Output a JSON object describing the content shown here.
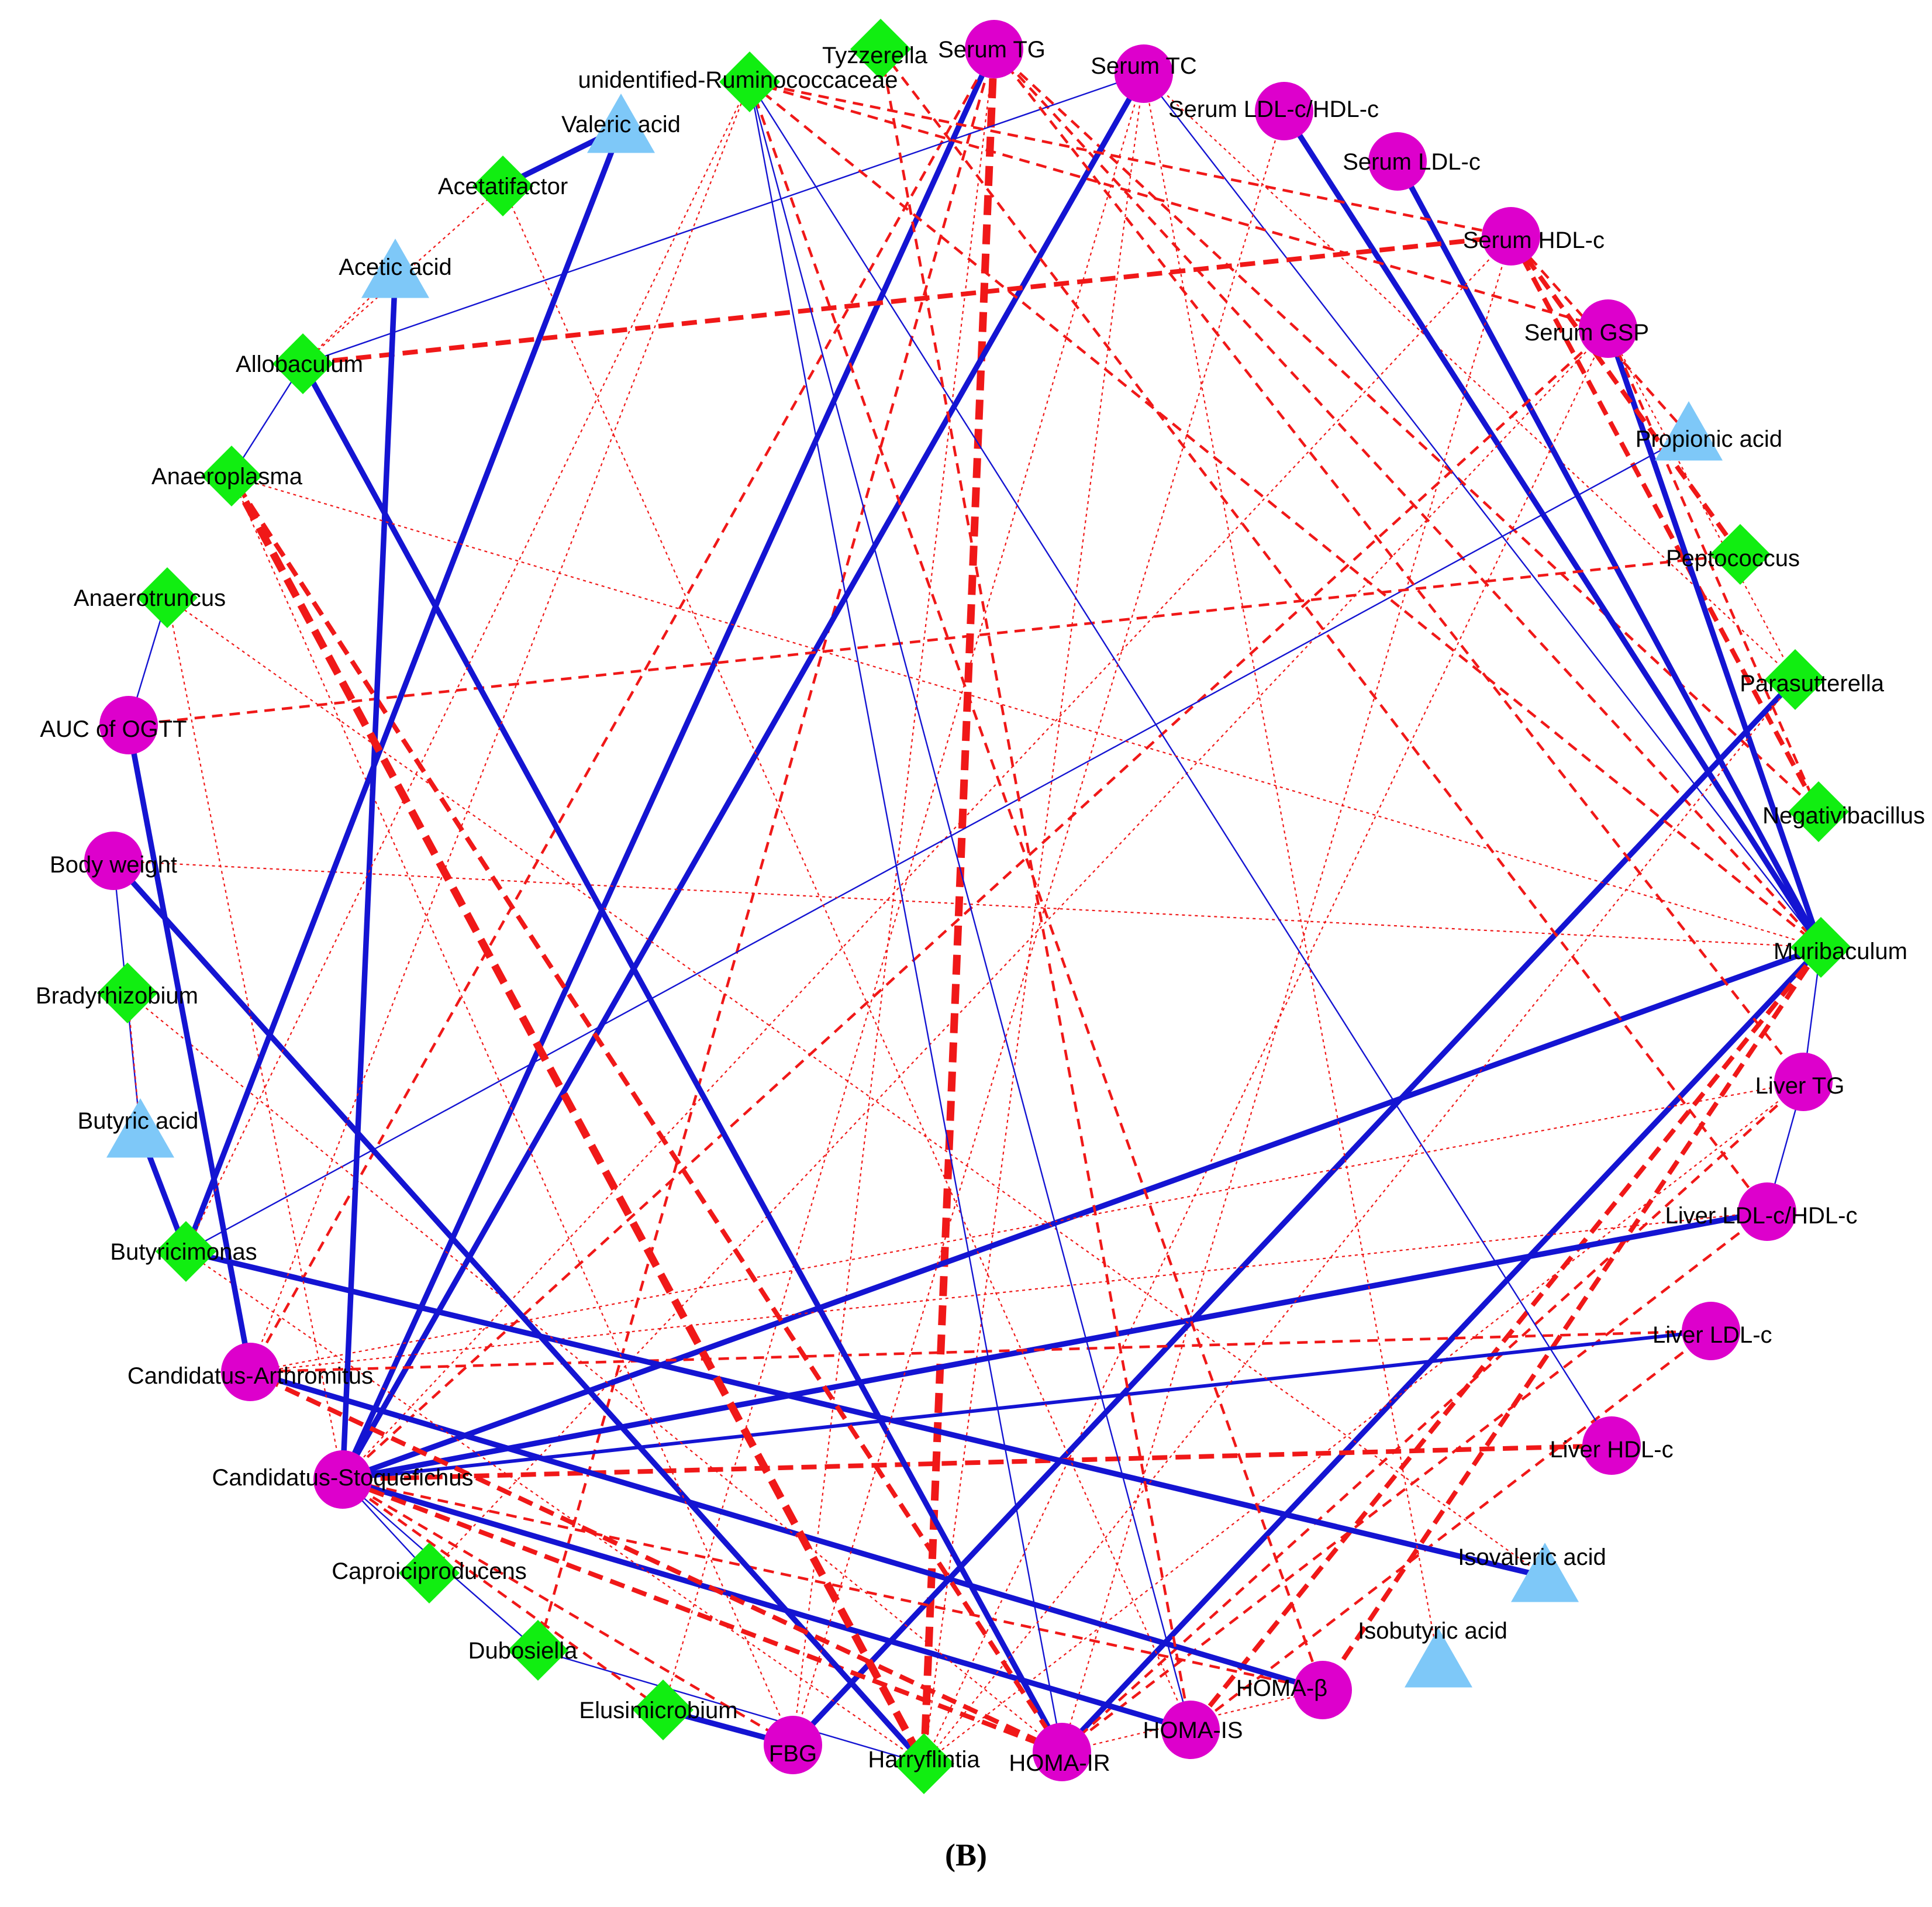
{
  "caption": "(B)",
  "colors": {
    "positive": "#1414d2",
    "negative": "#f01818",
    "metabolic_marker": "#dd00cc",
    "microbe_genus": "#11ee11",
    "short_chain_fatty_acid": "#7ec8f8"
  },
  "node_shapes": {
    "metabolic_marker": "circle",
    "microbe_genus": "diamond",
    "short_chain_fatty_acid": "triangle"
  },
  "nodes": [
    {
      "id": "serum_tg",
      "label": "Serum TG",
      "group": "metabolic_marker"
    },
    {
      "id": "serum_tc",
      "label": "Serum TC",
      "group": "metabolic_marker"
    },
    {
      "id": "serum_ldl_hdl",
      "label": "Serum LDL-c/HDL-c",
      "group": "metabolic_marker"
    },
    {
      "id": "serum_ldl",
      "label": "Serum LDL-c",
      "group": "metabolic_marker"
    },
    {
      "id": "serum_hdl",
      "label": "Serum HDL-c",
      "group": "metabolic_marker"
    },
    {
      "id": "serum_gsp",
      "label": "Serum GSP",
      "group": "metabolic_marker"
    },
    {
      "id": "propionic",
      "label": "Propionic acid",
      "group": "short_chain_fatty_acid"
    },
    {
      "id": "peptococcus",
      "label": "Peptococcus",
      "group": "microbe_genus"
    },
    {
      "id": "parasutterella",
      "label": "Parasutterella",
      "group": "microbe_genus"
    },
    {
      "id": "negativibacillus",
      "label": "Negativibacillus",
      "group": "microbe_genus"
    },
    {
      "id": "muribaculum",
      "label": "Muribaculum",
      "group": "microbe_genus"
    },
    {
      "id": "liver_tg",
      "label": "Liver TG",
      "group": "metabolic_marker"
    },
    {
      "id": "liver_ldl_hdl",
      "label": "Liver LDL-c/HDL-c",
      "group": "metabolic_marker"
    },
    {
      "id": "liver_ldl",
      "label": "Liver LDL-c",
      "group": "metabolic_marker"
    },
    {
      "id": "liver_hdl",
      "label": "Liver HDL-c",
      "group": "metabolic_marker"
    },
    {
      "id": "isovaleric",
      "label": "Isovaleric acid",
      "group": "short_chain_fatty_acid"
    },
    {
      "id": "isobutyric",
      "label": "Isobutyric acid",
      "group": "short_chain_fatty_acid"
    },
    {
      "id": "homa_b",
      "label": "HOMA-β",
      "group": "metabolic_marker"
    },
    {
      "id": "homa_is",
      "label": "HOMA-IS",
      "group": "metabolic_marker"
    },
    {
      "id": "homa_ir",
      "label": "HOMA-IR",
      "group": "metabolic_marker"
    },
    {
      "id": "harryflintia",
      "label": "Harryflintia",
      "group": "microbe_genus"
    },
    {
      "id": "fbg",
      "label": "FBG",
      "group": "metabolic_marker"
    },
    {
      "id": "elusimicrobium",
      "label": "Elusimicrobium",
      "group": "microbe_genus"
    },
    {
      "id": "dubosiella",
      "label": "Dubosiella",
      "group": "microbe_genus"
    },
    {
      "id": "caproiciproducens",
      "label": "Caproiciproducens",
      "group": "microbe_genus"
    },
    {
      "id": "stoquefichus",
      "label": "Candidatus-Stoquefichus",
      "group": "metabolic_marker"
    },
    {
      "id": "arthromitus",
      "label": "Candidatus-Arthromitus",
      "group": "metabolic_marker"
    },
    {
      "id": "butyricimonas",
      "label": "Butyricimonas",
      "group": "microbe_genus"
    },
    {
      "id": "butyric",
      "label": "Butyric acid",
      "group": "short_chain_fatty_acid"
    },
    {
      "id": "bradyrhizobium",
      "label": "Bradyrhizobium",
      "group": "microbe_genus"
    },
    {
      "id": "body_weight",
      "label": "Body weight",
      "group": "metabolic_marker"
    },
    {
      "id": "auc_ogtt",
      "label": "AUC of OGTT",
      "group": "metabolic_marker"
    },
    {
      "id": "anaerotruncus",
      "label": "Anaerotruncus",
      "group": "microbe_genus"
    },
    {
      "id": "anaeroplasma",
      "label": "Anaeroplasma",
      "group": "microbe_genus"
    },
    {
      "id": "allobaculum",
      "label": "Allobaculum",
      "group": "microbe_genus"
    },
    {
      "id": "acetic",
      "label": "Acetic acid",
      "group": "short_chain_fatty_acid"
    },
    {
      "id": "acetatifactor",
      "label": "Acetatifactor",
      "group": "microbe_genus"
    },
    {
      "id": "valeric",
      "label": "Valeric acid",
      "group": "short_chain_fatty_acid"
    },
    {
      "id": "ruminococcaceae",
      "label": "unidentified-Ruminococcaceae",
      "group": "microbe_genus"
    },
    {
      "id": "tyzzerella",
      "label": "Tyzzerella",
      "group": "microbe_genus"
    }
  ],
  "edges": [
    {
      "source": "serum_tg",
      "target": "harryflintia",
      "sign": "negative",
      "weight": 4
    },
    {
      "source": "serum_tg",
      "target": "stoquefichus",
      "sign": "positive",
      "weight": 3
    },
    {
      "source": "serum_tg",
      "target": "arthromitus",
      "sign": "negative",
      "weight": 2
    },
    {
      "source": "serum_tg",
      "target": "dubosiella",
      "sign": "negative",
      "weight": 2
    },
    {
      "source": "serum_tg",
      "target": "negativibacillus",
      "sign": "negative",
      "weight": 2
    },
    {
      "source": "serum_tg",
      "target": "muribaculum",
      "sign": "negative",
      "weight": 2
    },
    {
      "source": "serum_tg",
      "target": "fbg",
      "sign": "negative",
      "weight": 1
    },
    {
      "source": "serum_tc",
      "target": "stoquefichus",
      "sign": "positive",
      "weight": 3
    },
    {
      "source": "serum_tc",
      "target": "allobaculum",
      "sign": "positive",
      "weight": 1
    },
    {
      "source": "serum_tc",
      "target": "muribaculum",
      "sign": "positive",
      "weight": 1
    },
    {
      "source": "serum_tc",
      "target": "elusimicrobium",
      "sign": "negative",
      "weight": 1
    },
    {
      "source": "serum_tc",
      "target": "harryflintia",
      "sign": "negative",
      "weight": 1
    },
    {
      "source": "serum_tc",
      "target": "parasutterella",
      "sign": "negative",
      "weight": 1
    },
    {
      "source": "serum_ldl_hdl",
      "target": "muribaculum",
      "sign": "positive",
      "weight": 3
    },
    {
      "source": "serum_ldl",
      "target": "muribaculum",
      "sign": "positive",
      "weight": 3
    },
    {
      "source": "serum_hdl",
      "target": "allobaculum",
      "sign": "negative",
      "weight": 3
    },
    {
      "source": "serum_hdl",
      "target": "negativibacillus",
      "sign": "negative",
      "weight": 3
    },
    {
      "source": "serum_hdl",
      "target": "stoquefichus",
      "sign": "negative",
      "weight": 1
    },
    {
      "source": "serum_hdl",
      "target": "homa_ir",
      "sign": "negative",
      "weight": 1
    },
    {
      "source": "serum_gsp",
      "target": "muribaculum",
      "sign": "positive",
      "weight": 3
    },
    {
      "source": "serum_gsp",
      "target": "stoquefichus",
      "sign": "negative",
      "weight": 2
    },
    {
      "source": "serum_gsp",
      "target": "harryflintia",
      "sign": "negative",
      "weight": 1
    },
    {
      "source": "serum_gsp",
      "target": "caproiciproducens",
      "sign": "negative",
      "weight": 1
    },
    {
      "source": "propionic",
      "target": "butyricimonas",
      "sign": "positive",
      "weight": 1
    },
    {
      "source": "peptococcus",
      "target": "auc_ogtt",
      "sign": "negative",
      "weight": 2
    },
    {
      "source": "peptococcus",
      "target": "serum_hdl",
      "sign": "negative",
      "weight": 3
    },
    {
      "source": "parasutterella",
      "target": "fbg",
      "sign": "positive",
      "weight": 3
    },
    {
      "source": "parasutterella",
      "target": "serum_gsp",
      "sign": "negative",
      "weight": 1
    },
    {
      "source": "negativibacillus",
      "target": "serum_gsp",
      "sign": "negative",
      "weight": 2
    },
    {
      "source": "muribaculum",
      "target": "homa_ir",
      "sign": "positive",
      "weight": 3
    },
    {
      "source": "muribaculum",
      "target": "stoquefichus",
      "sign": "positive",
      "weight": 3
    },
    {
      "source": "muribaculum",
      "target": "homa_is",
      "sign": "negative",
      "weight": 3
    },
    {
      "source": "muribaculum",
      "target": "homa_b",
      "sign": "negative",
      "weight": 3
    },
    {
      "source": "muribaculum",
      "target": "body_weight",
      "sign": "negative",
      "weight": 1
    },
    {
      "source": "muribaculum",
      "target": "liver_tg",
      "sign": "positive",
      "weight": 1
    },
    {
      "source": "liver_tg",
      "target": "homa_ir",
      "sign": "negative",
      "weight": 2
    },
    {
      "source": "liver_tg",
      "target": "serum_tg",
      "sign": "negative",
      "weight": 2
    },
    {
      "source": "liver_tg",
      "target": "arthromitus",
      "sign": "negative",
      "weight": 1
    },
    {
      "source": "liver_tg",
      "target": "harryflintia",
      "sign": "negative",
      "weight": 1
    },
    {
      "source": "liver_ldl_hdl",
      "target": "stoquefichus",
      "sign": "positive",
      "weight": 3
    },
    {
      "source": "liver_ldl_hdl",
      "target": "homa_ir",
      "sign": "negative",
      "weight": 2
    },
    {
      "source": "liver_ldl_hdl",
      "target": "arthromitus",
      "sign": "negative",
      "weight": 1
    },
    {
      "source": "liver_ldl_hdl",
      "target": "liver_tg",
      "sign": "positive",
      "weight": 1
    },
    {
      "source": "liver_ldl",
      "target": "stoquefichus",
      "sign": "positive",
      "weight": 2
    },
    {
      "source": "liver_ldl",
      "target": "arthromitus",
      "sign": "negative",
      "weight": 2
    },
    {
      "source": "liver_ldl",
      "target": "homa_is",
      "sign": "negative",
      "weight": 2
    },
    {
      "source": "liver_hdl",
      "target": "stoquefichus",
      "sign": "negative",
      "weight": 3
    },
    {
      "source": "liver_hdl",
      "target": "ruminococcaceae",
      "sign": "positive",
      "weight": 1
    },
    {
      "source": "isovaleric",
      "target": "butyricimonas",
      "sign": "positive",
      "weight": 3
    },
    {
      "source": "isovaleric",
      "target": "anaerotruncus",
      "sign": "negative",
      "weight": 1
    },
    {
      "source": "isobutyric",
      "target": "serum_tc",
      "sign": "negative",
      "weight": 1
    },
    {
      "source": "homa_b",
      "target": "arthromitus",
      "sign": "positive",
      "weight": 3
    },
    {
      "source": "homa_b",
      "target": "stoquefichus",
      "sign": "negative",
      "weight": 2
    },
    {
      "source": "homa_is",
      "target": "stoquefichus",
      "sign": "positive",
      "weight": 3
    },
    {
      "source": "homa_is",
      "target": "ruminococcaceae",
      "sign": "positive",
      "weight": 1
    },
    {
      "source": "homa_is",
      "target": "acetatifactor",
      "sign": "negative",
      "weight": 1
    },
    {
      "source": "homa_ir",
      "target": "allobaculum",
      "sign": "positive",
      "weight": 3
    },
    {
      "source": "homa_ir",
      "target": "anaeroplasma",
      "sign": "negative",
      "weight": 3
    },
    {
      "source": "homa_ir",
      "target": "stoquefichus",
      "sign": "negative",
      "weight": 3
    },
    {
      "source": "homa_ir",
      "target": "ruminococcaceae",
      "sign": "positive",
      "weight": 1
    },
    {
      "source": "homa_ir",
      "target": "bradyrhizobium",
      "sign": "negative",
      "weight": 1
    },
    {
      "source": "harryflintia",
      "target": "body_weight",
      "sign": "positive",
      "weight": 3
    },
    {
      "source": "harryflintia",
      "target": "dubosiella",
      "sign": "positive",
      "weight": 1
    },
    {
      "source": "harryflintia",
      "target": "parasutterella",
      "sign": "negative",
      "weight": 1
    },
    {
      "source": "harryflintia",
      "target": "butyricimonas",
      "sign": "negative",
      "weight": 1
    },
    {
      "source": "fbg",
      "target": "elusimicrobium",
      "sign": "positive",
      "weight": 3
    },
    {
      "source": "fbg",
      "target": "anaeroplasma",
      "sign": "negative",
      "weight": 1
    },
    {
      "source": "fbg",
      "target": "serum_ldl_hdl",
      "sign": "negative",
      "weight": 1
    },
    {
      "source": "stoquefichus",
      "target": "acetic",
      "sign": "positive",
      "weight": 3
    },
    {
      "source": "stoquefichus",
      "target": "fbg",
      "sign": "negative",
      "weight": 2
    },
    {
      "source": "stoquefichus",
      "target": "anaerotruncus",
      "sign": "negative",
      "weight": 1
    },
    {
      "source": "arthromitus",
      "target": "auc_ogtt",
      "sign": "positive",
      "weight": 3
    },
    {
      "source": "arthromitus",
      "target": "ruminococcaceae",
      "sign": "negative",
      "weight": 1
    },
    {
      "source": "butyricimonas",
      "target": "valeric",
      "sign": "positive",
      "weight": 3
    },
    {
      "source": "butyricimonas",
      "target": "butyric",
      "sign": "positive",
      "weight": 3
    },
    {
      "source": "anaeroplasma",
      "target": "muribaculum",
      "sign": "negative",
      "weight": 1
    },
    {
      "source": "anaeroplasma",
      "target": "harryflintia",
      "sign": "negative",
      "weight": 4
    },
    {
      "source": "allobaculum",
      "target": "anaeroplasma",
      "sign": "positive",
      "weight": 1
    },
    {
      "source": "allobaculum",
      "target": "acetic",
      "sign": "negative",
      "weight": 1
    },
    {
      "source": "acetatifactor",
      "target": "valeric",
      "sign": "positive",
      "weight": 3
    },
    {
      "source": "acetatifactor",
      "target": "allobaculum",
      "sign": "negative",
      "weight": 1
    },
    {
      "source": "ruminococcaceae",
      "target": "serum_hdl",
      "sign": "negative",
      "weight": 2
    },
    {
      "source": "ruminococcaceae",
      "target": "serum_gsp",
      "sign": "negative",
      "weight": 2
    },
    {
      "source": "ruminococcaceae",
      "target": "muribaculum",
      "sign": "negative",
      "weight": 2
    },
    {
      "source": "ruminococcaceae",
      "target": "homa_b",
      "sign": "negative",
      "weight": 2
    },
    {
      "source": "ruminococcaceae",
      "target": "butyricimonas",
      "sign": "negative",
      "weight": 1
    },
    {
      "source": "tyzzerella",
      "target": "liver_ldl_hdl",
      "sign": "negative",
      "weight": 2
    },
    {
      "source": "tyzzerella",
      "target": "homa_is",
      "sign": "negative",
      "weight": 2
    },
    {
      "source": "anaerotruncus",
      "target": "auc_ogtt",
      "sign": "positive",
      "weight": 1
    },
    {
      "source": "body_weight",
      "target": "butyric",
      "sign": "positive",
      "weight": 1
    },
    {
      "source": "bradyrhizobium",
      "target": "butyric",
      "sign": "negative",
      "weight": 1
    },
    {
      "source": "caproiciproducens",
      "target": "stoquefichus",
      "sign": "positive",
      "weight": 1
    },
    {
      "source": "dubosiella",
      "target": "stoquefichus",
      "sign": "positive",
      "weight": 1
    },
    {
      "source": "elusimicrobium",
      "target": "stoquefichus",
      "sign": "negative",
      "weight": 2
    },
    {
      "source": "homa_ir",
      "target": "arthromitus",
      "sign": "negative",
      "weight": 3
    },
    {
      "source": "homa_ir",
      "target": "homa_b",
      "sign": "negative",
      "weight": 1
    },
    {
      "source": "propionic",
      "target": "serum_hdl",
      "sign": "negative",
      "weight": 2
    }
  ]
}
